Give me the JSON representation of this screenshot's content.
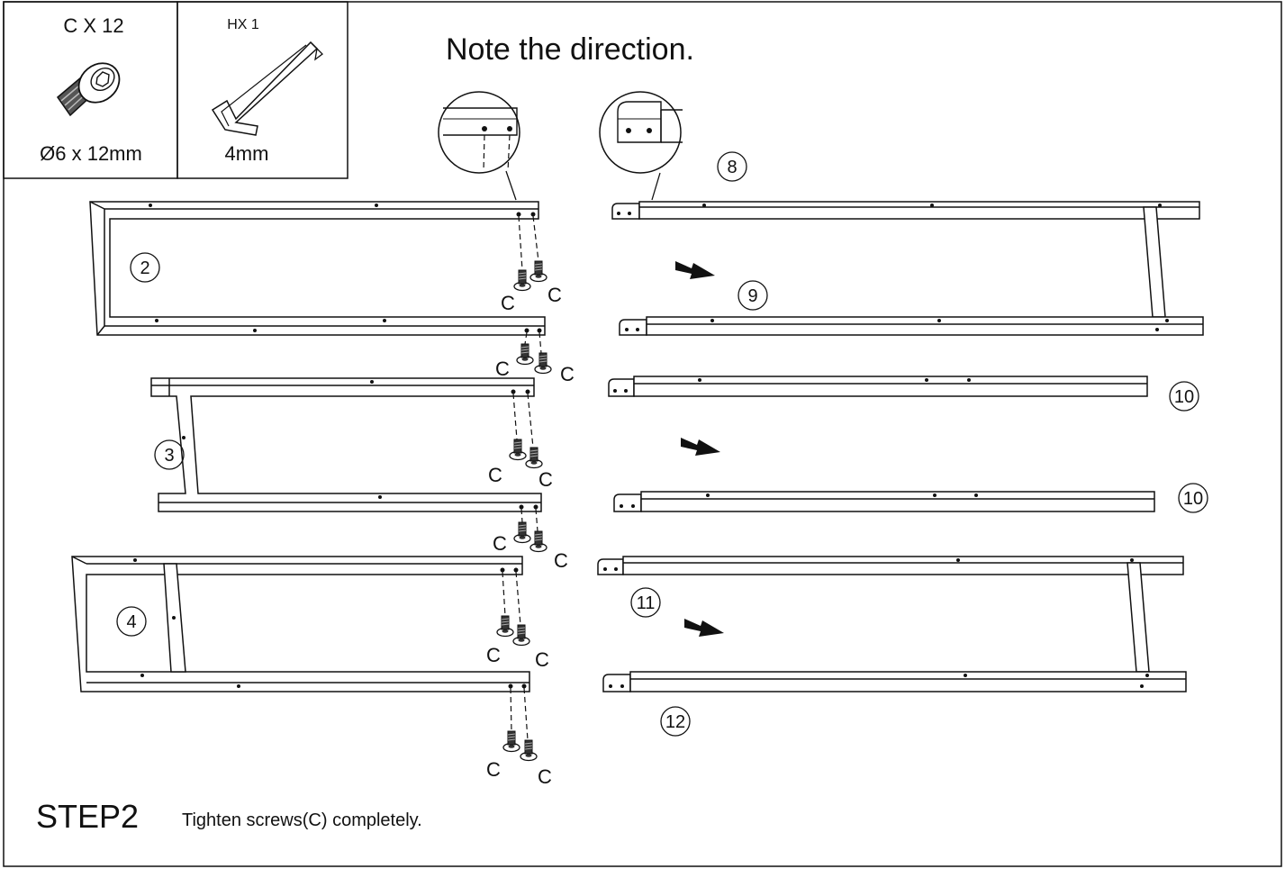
{
  "hardware": [
    {
      "count_label": "C X 12",
      "size": "Ø6 x 12mm",
      "icon": "screw-icon"
    },
    {
      "count_label": "HX 1",
      "size": "4mm",
      "icon": "hex-key-icon"
    }
  ],
  "note": "Note the direction.",
  "screw_label": "C",
  "part_numbers": [
    "2",
    "3",
    "4",
    "8",
    "9",
    "10",
    "10",
    "11",
    "12"
  ],
  "step": {
    "title": "STEP2",
    "instruction": "Tighten screws(C) completely."
  }
}
